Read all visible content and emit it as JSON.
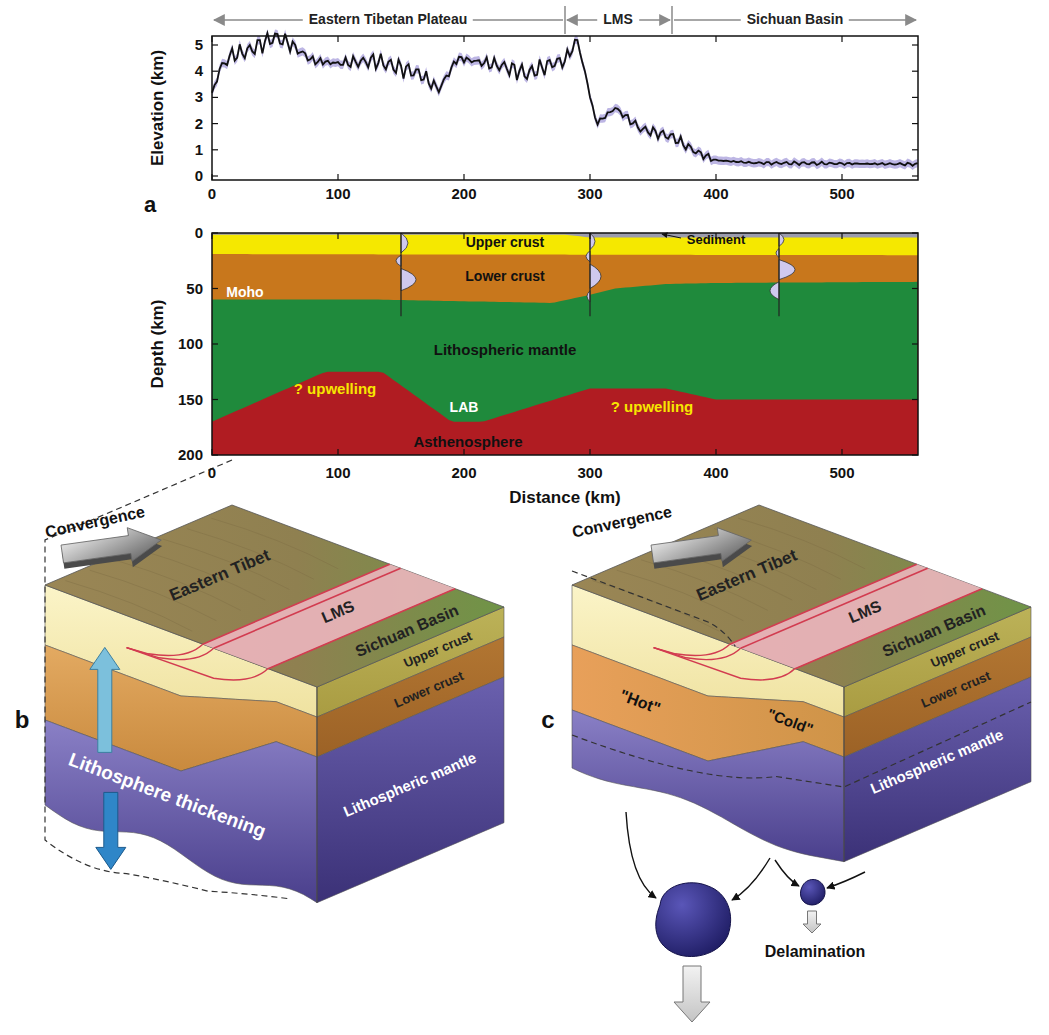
{
  "diagram": {
    "labels": [
      "Eastern Tibetan Plateau",
      "LMS",
      "Sichuan Basin",
      "Elevation (km)",
      "5",
      "4",
      "3",
      "2",
      "1",
      "0",
      "0",
      "100",
      "200",
      "300",
      "400",
      "500",
      "a",
      "Upper crust",
      "Sediment",
      "Lower crust",
      "Moho",
      "Lithospheric mantle",
      "? upwelling",
      "LAB",
      "? upwelling",
      "Asthenosphere",
      "Depth (km)",
      "0",
      "50",
      "100",
      "150",
      "200",
      "0",
      "100",
      "200",
      "300",
      "400",
      "500",
      "Distance (km)",
      "Convergence",
      "Eastern Tibet",
      "LMS",
      "Sichuan Basin",
      "Upper crust",
      "Lower crust",
      "Lithosphere thickening",
      "Lithospheric mantle",
      "b",
      "Convergence",
      "Eastern Tibet",
      "LMS",
      "Sichuan Basin",
      "Upper crust",
      "Lower crust",
      "\"Hot\"",
      "\"Cold\"",
      "Lithospheric mantle",
      "Delamination",
      "c"
    ]
  }
}
